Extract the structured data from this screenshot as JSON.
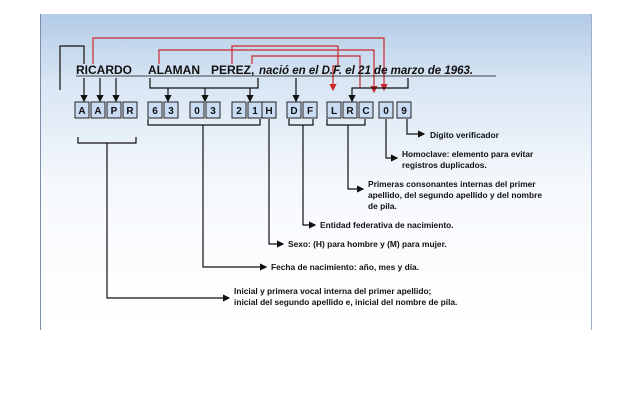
{
  "name_line": {
    "first_name": "RICARDO",
    "surname1": "ALAMAN",
    "surname2": "PEREZ,",
    "phrase": "nació en el D.F. el 21 de marzo de 1963."
  },
  "code_chars": [
    "A",
    "A",
    "P",
    "R",
    "6",
    "3",
    "0",
    "3",
    "2",
    "1",
    "H",
    "D",
    "F",
    "L",
    "R",
    "C",
    "0",
    "9"
  ],
  "descriptions": {
    "digit": "Dígito verificador",
    "homoclave": [
      "Homoclave: elemento para evitar",
      "registros duplicados."
    ],
    "consonants": [
      "Primeras consonantes internas del primer",
      "apellido, del segundo apellido y del nombre",
      "de pila."
    ],
    "state": "Entidad federativa de nacimiento.",
    "sex": "Sexo: (H) para hombre y (M) para mujer.",
    "birthdate": "Fecha de nacimiento: año, mes y día.",
    "initials": [
      "Inicial y primera vocal interna del primer apellido;",
      "inicial del segundo apellido e, inicial del nombre de pila."
    ]
  },
  "colors": {
    "connector_red": "#c8282d",
    "box_fill": "#c9dcf4"
  }
}
